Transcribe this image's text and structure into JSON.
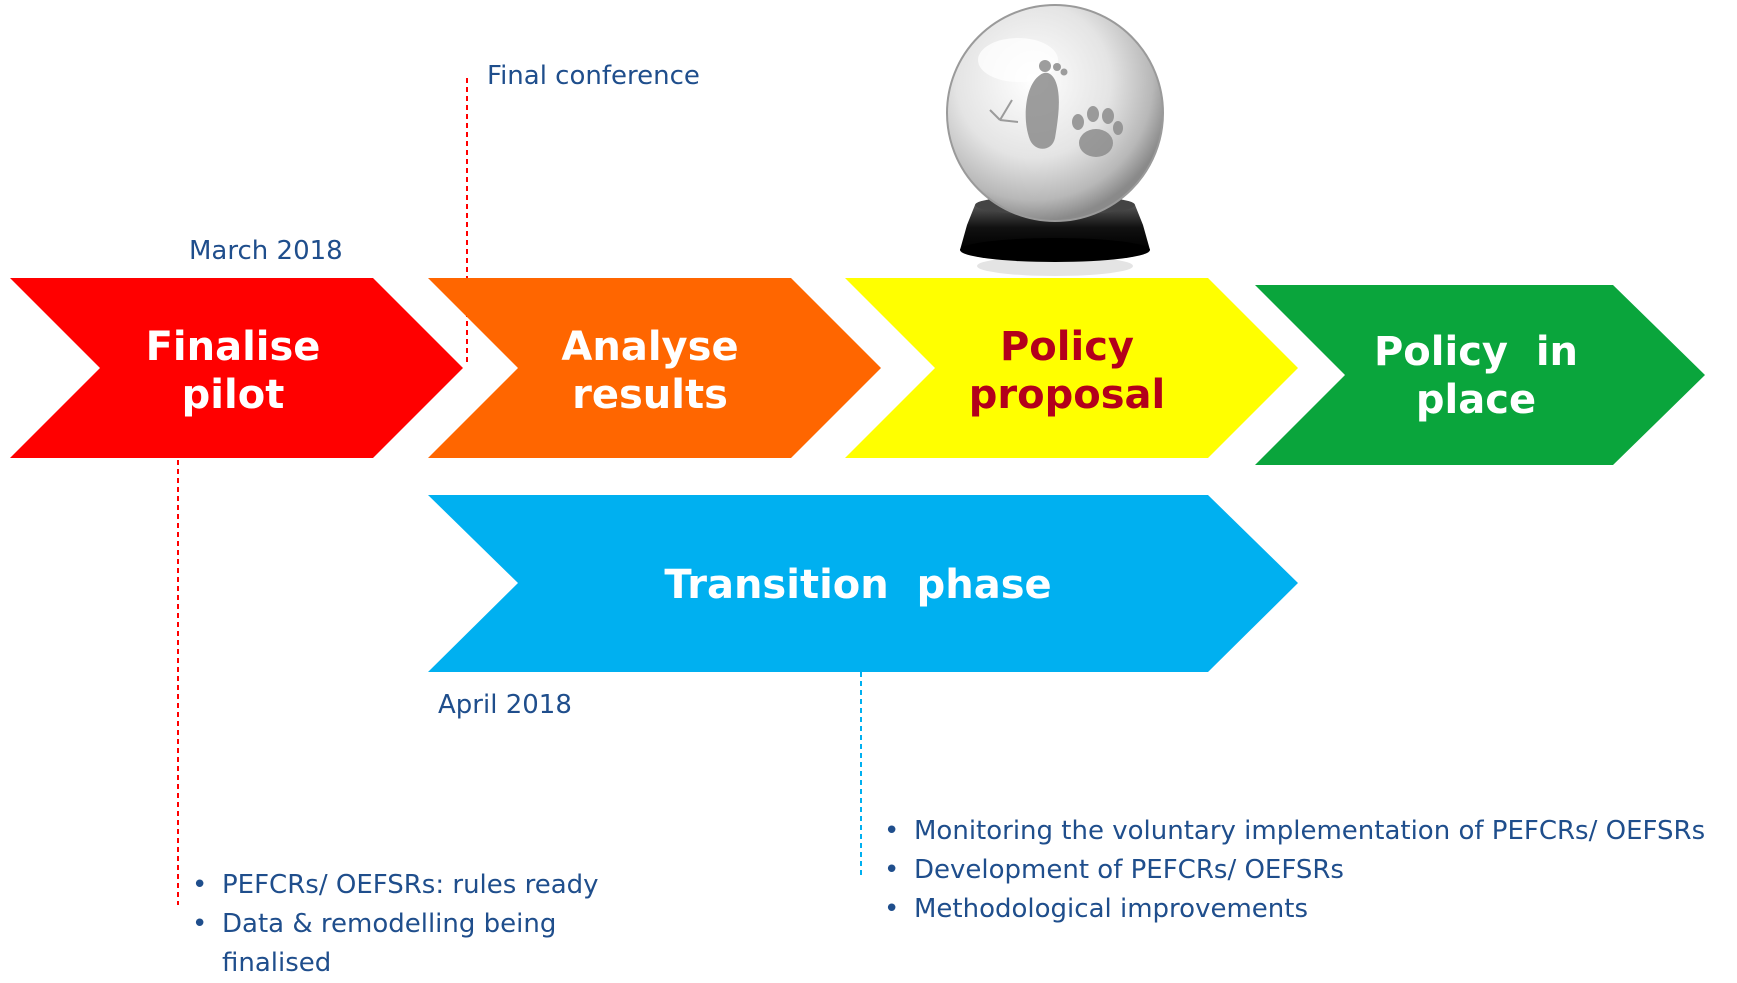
{
  "colors": {
    "finalise": "#ff0000",
    "analyse": "#ff6600",
    "policy_proposal": "#ffff00",
    "policy_in_place": "#0aa53c",
    "transition": "#00b0f0",
    "note_text": "#1f4e8c",
    "marker_red": "#ff0000",
    "marker_blue": "#00b0f0"
  },
  "chevrons": {
    "finalise": {
      "line1": "Finalise",
      "line2": "pilot"
    },
    "analyse": {
      "line1": "Analyse",
      "line2": "results"
    },
    "proposal": {
      "line1": "Policy",
      "line2": "proposal"
    },
    "in_place": {
      "line1": "Policy  in",
      "line2": "place"
    },
    "transition": {
      "line1": "Transition  phase"
    }
  },
  "labels": {
    "final_conference": "Final conference",
    "march": "March 2018",
    "april": "April 2018"
  },
  "pilot_bullets": [
    "PEFCRs/ OEFSRs: rules ready",
    "Data & remodelling being finalised"
  ],
  "transition_bullets": [
    "Monitoring the voluntary implementation of PEFCRs/ OEFSRs",
    "Development of PEFCRs/ OEFSRs",
    "Methodological improvements"
  ],
  "image": {
    "icon": "crystal-ball-footprints-icon"
  }
}
